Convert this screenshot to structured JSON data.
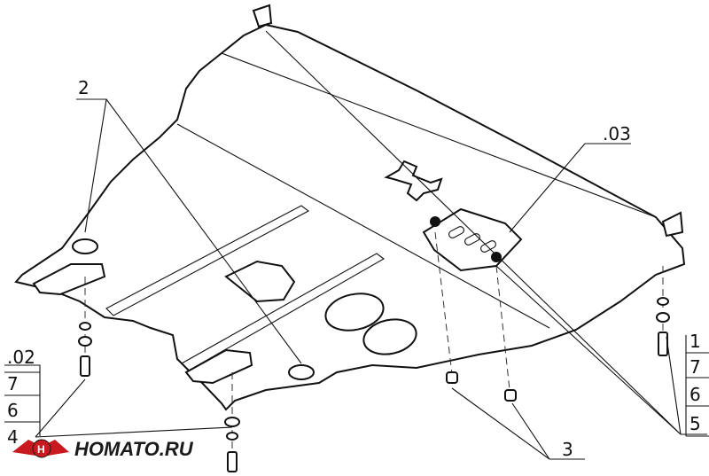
{
  "callouts": {
    "plate": "2",
    "bracket": ".03",
    "right_bolt": "1",
    "right_7": "7",
    "right_6": "6",
    "right_5": "5",
    "left_02": ".02",
    "left_7": "7",
    "left_6": "6",
    "left_4": "4",
    "nuts": "3"
  },
  "logo": {
    "text": "HOMATO.RU",
    "colors": {
      "red": "#c8191e",
      "dark": "#1a1a1a"
    }
  }
}
